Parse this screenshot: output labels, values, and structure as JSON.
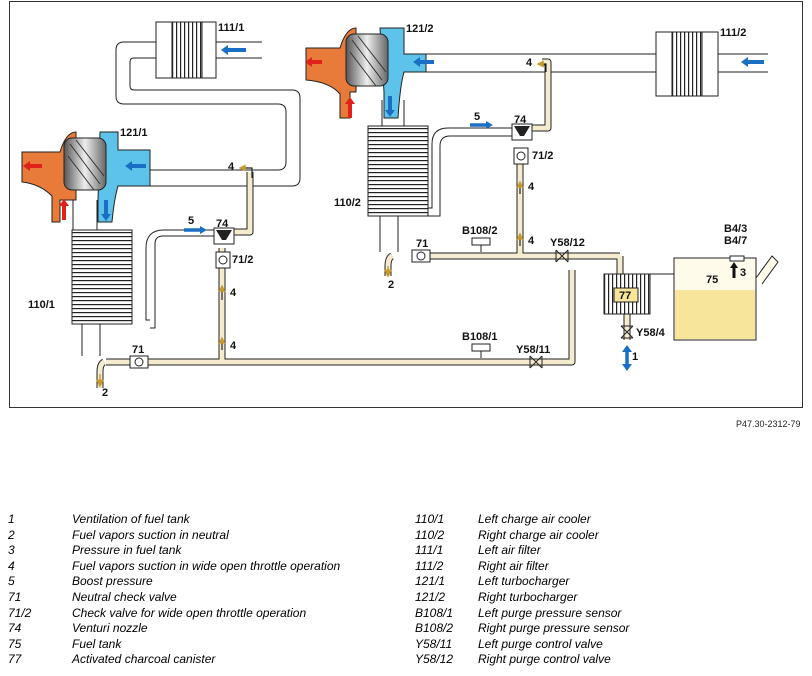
{
  "diagram_labels": {
    "air_filter_left": "111/1",
    "air_filter_right": "111/2",
    "turbo_left": "121/1",
    "turbo_right": "121/2",
    "cooler_left": "110/1",
    "cooler_right": "110/2",
    "venturi_left": "74",
    "venturi_right": "74",
    "check_left": "71/2",
    "check_right": "71/2",
    "neutral_left": "71",
    "neutral_right": "71",
    "sensor_left": "B108/1",
    "sensor_right": "B108/2",
    "valve_left": "Y58/11",
    "valve_right": "Y58/12",
    "valve_canister": "Y58/4",
    "canister": "77",
    "tank": "75",
    "tank_sensor_a": "B4/3",
    "tank_sensor_b": "B4/7",
    "flow_1": "1",
    "flow_2_left": "2",
    "flow_2_right": "2",
    "flow_3": "3",
    "flow_4_top_left": "4",
    "flow_4_top_right": "4",
    "flow_4_a": "4",
    "flow_4_b": "4",
    "flow_4_c": "4",
    "flow_4_d": "4",
    "flow_5_left": "5",
    "flow_5_right": "5"
  },
  "figure_id": "P47.30-2312-79",
  "colors": {
    "vapor_line": "#f5ecd0",
    "vapor_arrow": "#c79a2e",
    "boost_arrow": "#1a6fc4",
    "hot_arrow": "#e0221a",
    "hot_side": "#e87a3a",
    "cold_side": "#5ec3ea",
    "fuel": "#f7e59a"
  },
  "legend": {
    "left": [
      {
        "key": "1",
        "text": "Ventilation of fuel tank"
      },
      {
        "key": "2",
        "text": "Fuel vapors suction in neutral"
      },
      {
        "key": "3",
        "text": "Pressure in fuel tank"
      },
      {
        "key": "4",
        "text": "Fuel vapors suction in wide open throttle operation"
      },
      {
        "key": "5",
        "text": "Boost pressure"
      },
      {
        "key": "71",
        "text": "Neutral check valve"
      },
      {
        "key": "71/2",
        "text": "Check valve for wide open throttle operation"
      },
      {
        "key": "74",
        "text": "Venturi nozzle"
      },
      {
        "key": "75",
        "text": "Fuel tank"
      },
      {
        "key": "77",
        "text": "Activated charcoal canister"
      }
    ],
    "right": [
      {
        "key": "110/1",
        "text": "Left charge air cooler"
      },
      {
        "key": "110/2",
        "text": "Right charge air cooler"
      },
      {
        "key": "111/1",
        "text": "Left air filter"
      },
      {
        "key": "111/2",
        "text": "Right air filter"
      },
      {
        "key": "121/1",
        "text": "Left turbocharger"
      },
      {
        "key": "121/2",
        "text": "Right turbocharger"
      },
      {
        "key": "B108/1",
        "text": "Left purge pressure sensor"
      },
      {
        "key": "B108/2",
        "text": "Right purge pressure sensor"
      },
      {
        "key": "Y58/11",
        "text": "Left purge control valve"
      },
      {
        "key": "Y58/12",
        "text": "Right purge control valve"
      }
    ]
  }
}
